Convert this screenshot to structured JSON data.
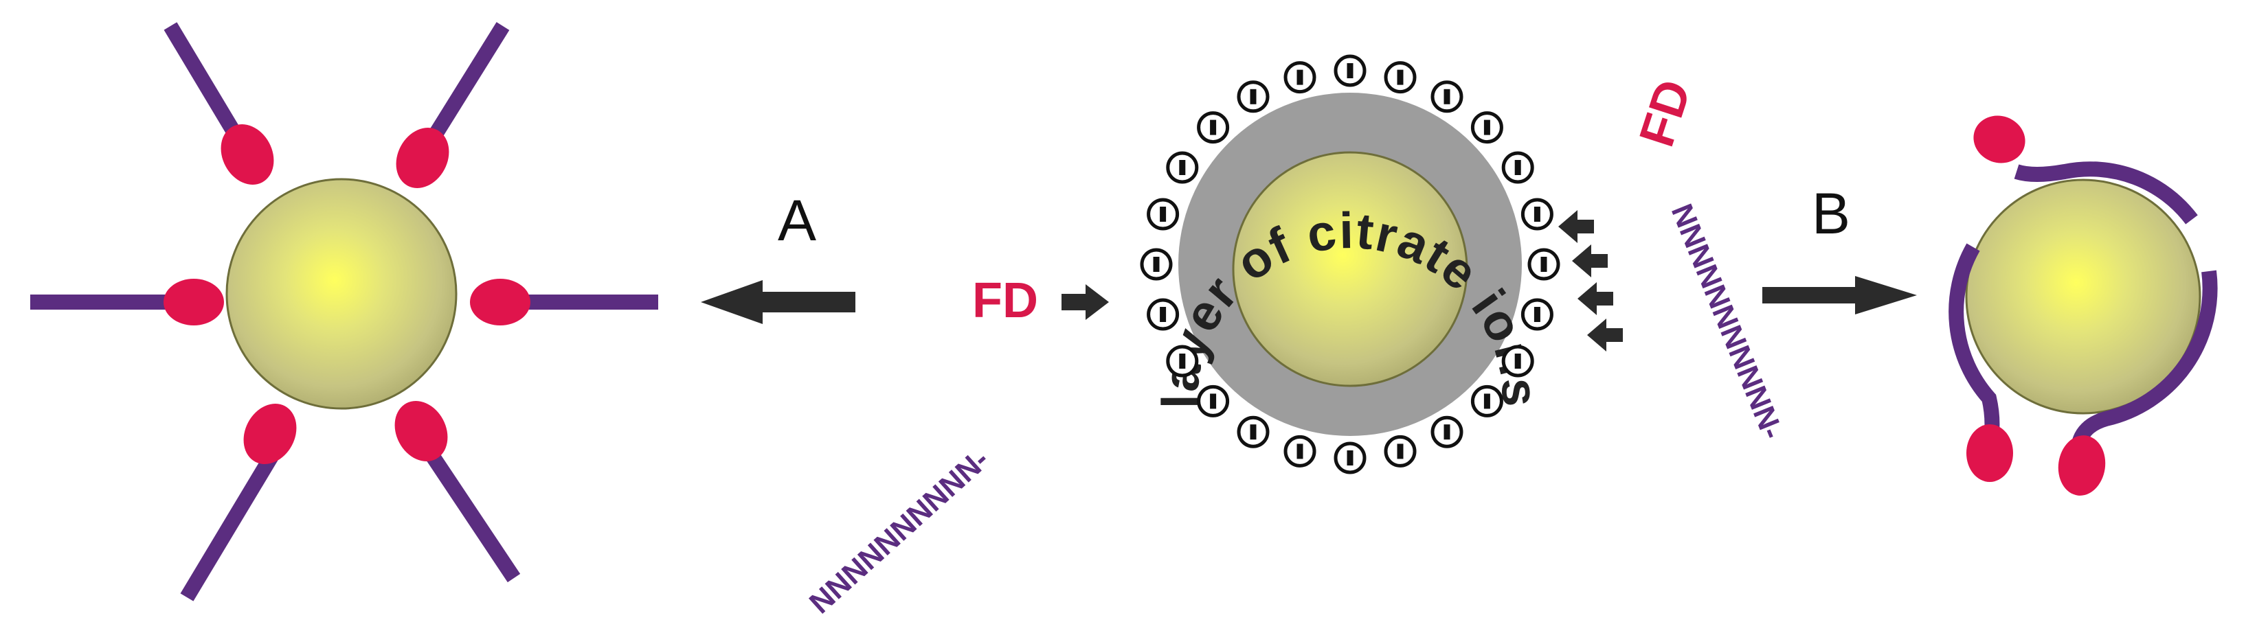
{
  "labels": {
    "pathway_a": "A",
    "pathway_b": "B",
    "layer": "layer of citrate ions",
    "sequence_left": "NNNNNNNNNN-",
    "fd_left": "FD",
    "sequence_right": "NNNNNNNNNNN-",
    "fd_right": "FD"
  },
  "colors": {
    "particle_center": "#ffff66",
    "particle_edge": "#9a9a48",
    "strand": "#5b2d80",
    "fluorophore": "#e0144c",
    "citrate_layer": "#9d9d9d",
    "charge": "#111111"
  },
  "icons": {
    "charge_symbol": "negative-charge-icon",
    "arrow": "arrow-icon"
  },
  "negative_charge_count": 24
}
